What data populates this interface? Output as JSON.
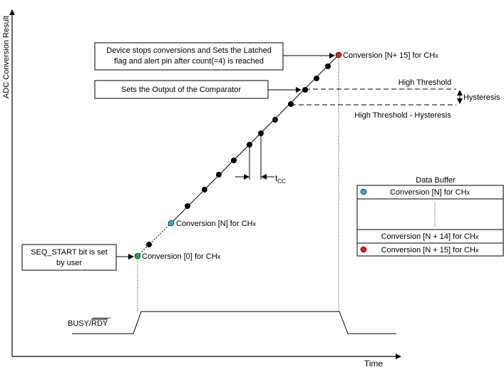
{
  "axes": {
    "y_label": "ADC Conversion Result",
    "x_label": "Time"
  },
  "callouts": {
    "device_stop_line1": "Device stops conversions and Sets the Latched",
    "device_stop_line2": "flag and alert pin after count(=4) is reached",
    "comparator": "Sets the Output of the Comparator",
    "seq_start_line1": "SEQ_START bit is set",
    "seq_start_line2": "by user"
  },
  "labels": {
    "conv_n15": "Conversion [N+ 15] for CH",
    "conv_n": "Conversion [N] for CH",
    "conv_0": "Conversion [0] for CH",
    "channel_suffix": "x",
    "high_threshold": "High Threshold",
    "hysteresis": "Hysteresis",
    "high_minus_hyst": "High Threshold - Hysteresis",
    "t_main": "t",
    "t_sub": "CC",
    "busy_rdy_left": "BUSY/",
    "busy_rdy_overline": "RDY"
  },
  "data_buffer": {
    "title": "Data Buffer",
    "rows": [
      "Conversion [N] for CH",
      "Conversion [N + 14] for CH",
      "Conversion [N + 15] for CH"
    ],
    "channel_suffix": "x"
  },
  "colors": {
    "start_dot": "#1ea54f",
    "n_dot": "#2aa8dc",
    "last_dot": "#e02020",
    "sample_dot": "#000000",
    "line": "#000000"
  }
}
